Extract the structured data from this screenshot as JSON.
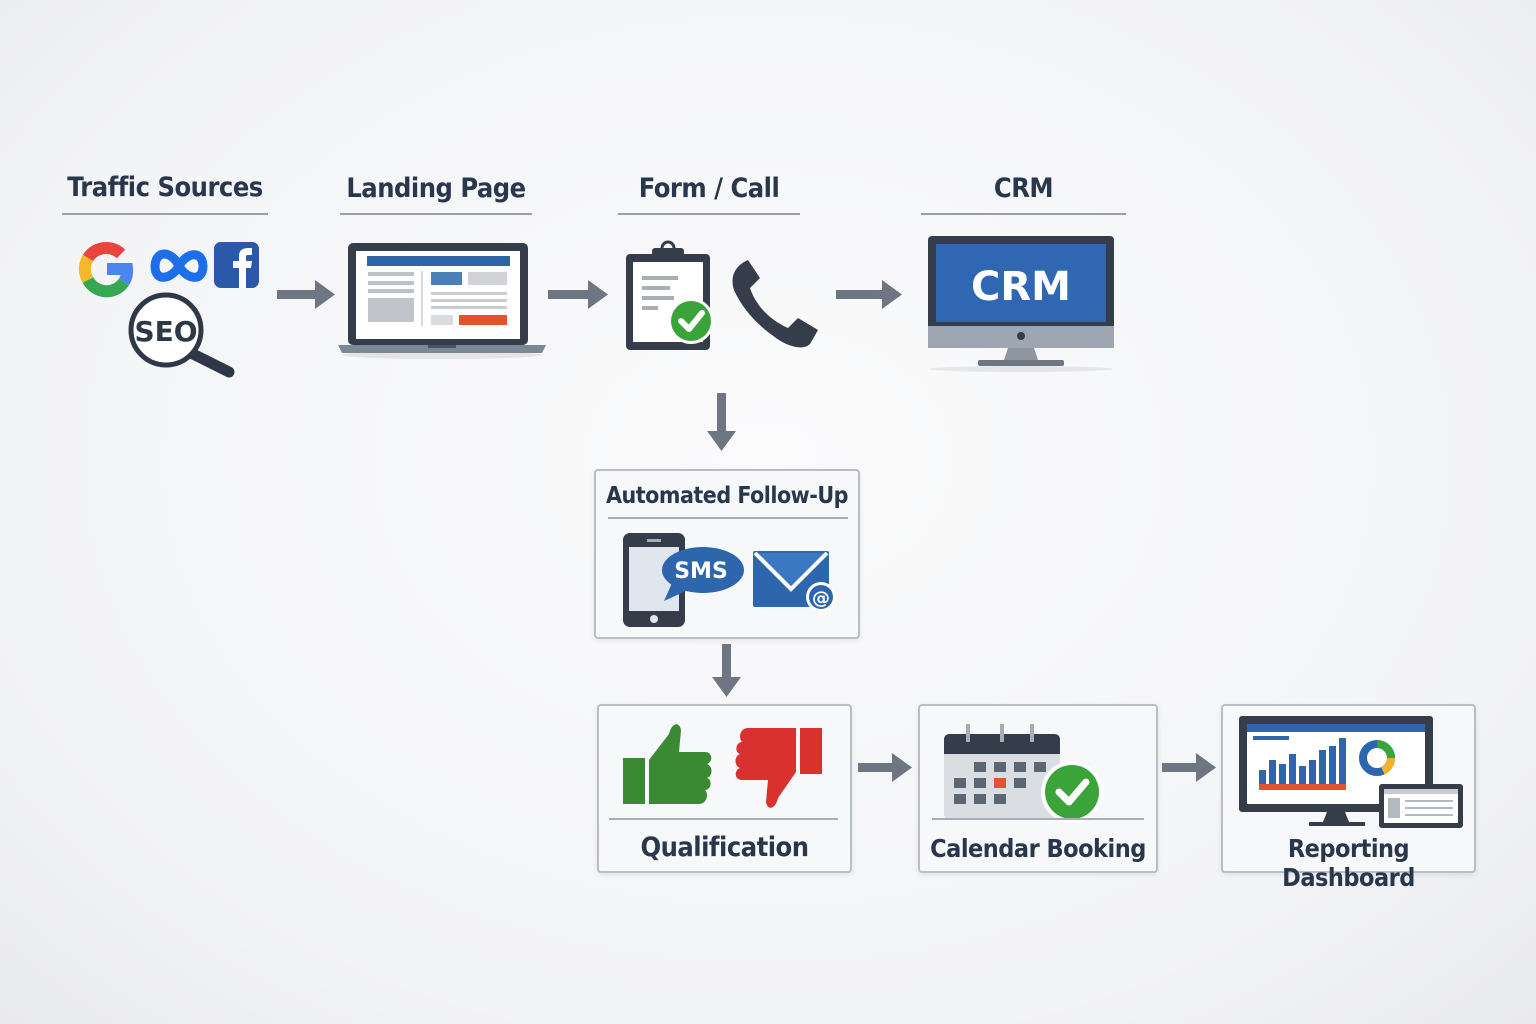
{
  "stages": {
    "traffic_sources": {
      "title": "Traffic Sources",
      "icons": [
        "google-icon",
        "meta-icon",
        "facebook-icon",
        "seo-magnifier-icon"
      ],
      "seo_text": "SEO"
    },
    "landing_page": {
      "title": "Landing Page",
      "icons": [
        "laptop-icon"
      ]
    },
    "form_call": {
      "title": "Form / Call",
      "icons": [
        "clipboard-check-icon",
        "phone-icon"
      ]
    },
    "crm": {
      "title": "CRM",
      "screen_text": "CRM",
      "icons": [
        "monitor-icon"
      ]
    },
    "follow_up": {
      "title": "Automated Follow-Up",
      "sms_text": "SMS",
      "icons": [
        "smartphone-icon",
        "sms-bubble-icon",
        "email-icon"
      ]
    },
    "qualification": {
      "title": "Qualification",
      "icons": [
        "thumbs-up-icon",
        "thumbs-down-icon"
      ]
    },
    "calendar": {
      "title": "Calendar Booking",
      "icons": [
        "calendar-icon",
        "check-icon"
      ]
    },
    "reporting": {
      "title": "Reporting Dashboard",
      "icons": [
        "dashboard-monitor-icon"
      ]
    }
  },
  "colors": {
    "text": "#2a364b",
    "arrow": "#6f7683",
    "blue": "#2d66ad",
    "green": "#3a9a3a",
    "red": "#d93030",
    "orange": "#e4542a"
  }
}
